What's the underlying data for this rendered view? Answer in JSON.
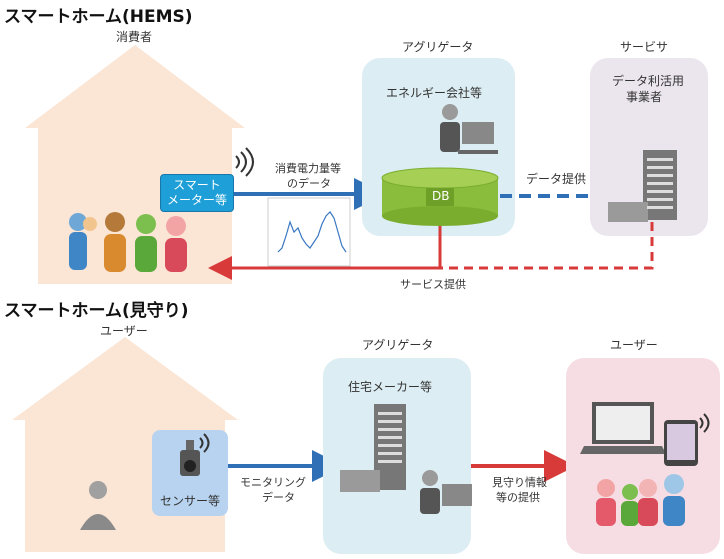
{
  "section1": {
    "title": "スマートホーム(HEMS)",
    "consumer_label": "消費者",
    "smart_meter_line1": "スマート",
    "smart_meter_line2": "メーター等",
    "usage_line1": "消費電力量等",
    "usage_line2": "のデータ",
    "aggregator_label": "アグリゲータ",
    "aggregator_sub": "エネルギー会社等",
    "db_label": "DB",
    "data_provide_label": "データ提供",
    "servicer_label": "サービサ",
    "servicer_sub_line1": "データ利活用",
    "servicer_sub_line2": "事業者",
    "service_provide_label": "サービス提供"
  },
  "section2": {
    "title": "スマートホーム(見守り)",
    "user_label": "ユーザー",
    "sensor_label": "センサー等",
    "monitoring_line1": "モニタリング",
    "monitoring_line2": "データ",
    "aggregator_label": "アグリゲータ",
    "aggregator_sub": "住宅メーカー等",
    "watch_line1": "見守り情報",
    "watch_line2": "等の提供",
    "user_right_label": "ユーザー"
  },
  "colors": {
    "house_fill": "#fbe6d6",
    "aggregator_fill": "#dcedf3",
    "servicer_fill": "#ebe6ee",
    "user_fill": "#f6dde3",
    "smart_meter_fill": "#1e9fd8",
    "db_fill": "#8bbd3c",
    "blue_arrow": "#2f6fb5",
    "red_arrow": "#d83a3a"
  },
  "icons": [
    "wifi-icon",
    "office-worker-icon",
    "building-icon",
    "camera-icon",
    "laptop-icon",
    "tablet-icon",
    "family-icon",
    "elderly-person-icon",
    "line-chart-icon"
  ]
}
